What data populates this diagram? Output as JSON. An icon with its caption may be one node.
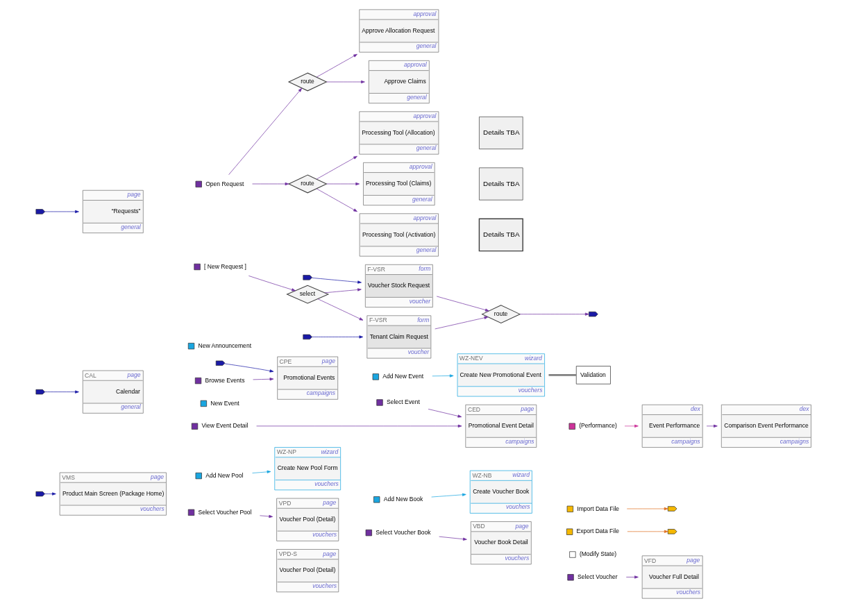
{
  "diagram": {
    "nodes": [
      {
        "text": [],
        "shape": "flag"
      },
      {
        "text": [
          "VMS",
          "page",
          "Product Main Screen (Package Home)",
          "vouchers"
        ]
      },
      {
        "text": [
          "WZ-NP",
          "wizard",
          "Create New Pool Form",
          "vouchers"
        ]
      },
      {
        "text": [
          "Add New Pool"
        ]
      },
      {
        "text": [
          "Select Voucher Pool"
        ]
      },
      {
        "text": [
          "VPD",
          "page",
          "Voucher Pool (Detail)",
          "vouchers"
        ]
      },
      {
        "text": [
          "VPD-S",
          "page",
          "Voucher Pool (Detail)",
          "vouchers"
        ]
      },
      {
        "text": [
          "WZ-NB",
          "wizard",
          "Create Voucher Book",
          "vouchers"
        ]
      },
      {
        "text": [
          "Add New Book"
        ]
      },
      {
        "text": [
          "Select Voucher Book"
        ]
      },
      {
        "text": [
          "VBD",
          "page",
          "Voucher Book Detail",
          "vouchers"
        ]
      },
      {
        "text": [
          "Import Data File"
        ]
      },
      {
        "text": [
          "Export Data File"
        ]
      },
      {
        "text": [
          "(Modify State)"
        ]
      },
      {
        "text": [
          "Select Voucher"
        ]
      },
      {
        "text": [],
        "shape": "flag"
      },
      {
        "text": [],
        "shape": "flag"
      },
      {
        "text": [
          "VFD",
          "page",
          "Voucher Full Detail",
          "vouchers"
        ]
      },
      {
        "text": [
          "WZ-NEV",
          "wizard",
          "Create New Promotional Event",
          "vouchers"
        ]
      },
      {
        "text": [
          "Validation"
        ]
      },
      {
        "text": [],
        "shape": "flag"
      },
      {
        "text": [
          "CPE",
          "page",
          "Promotional Events",
          "campaigns"
        ]
      },
      {
        "text": [
          "Add New Event"
        ]
      },
      {
        "text": [
          "Select Event"
        ]
      },
      {
        "text": [
          "CED",
          "page",
          "Promotional Event Detail",
          "campaigns"
        ]
      },
      {
        "text": [
          "(Performance)"
        ]
      },
      {
        "text": [
          "dex",
          "Event Performance",
          "campaigns"
        ]
      },
      {
        "text": [
          "dex",
          "Comparison Event Performance",
          "campaigns"
        ]
      },
      {
        "text": [],
        "shape": "flag"
      },
      {
        "text": [
          "CAL",
          "page",
          "Calendar",
          "general"
        ]
      },
      {
        "text": [
          "Browse Events"
        ]
      },
      {
        "text": [
          "View Event Detail"
        ]
      },
      {
        "text": [
          "New Event"
        ]
      },
      {
        "text": [
          "New Announcement"
        ]
      },
      {
        "text": [],
        "shape": "flag"
      },
      {
        "text": [
          "page",
          "“Requests”",
          "general"
        ]
      },
      {
        "text": [
          "Open Request"
        ]
      },
      {
        "text": [
          "[ New Request ]"
        ]
      },
      {
        "text": [
          "select"
        ]
      },
      {
        "text": [
          "F-VSR",
          "form",
          "Voucher Stock Request",
          "voucher"
        ]
      },
      {
        "text": [],
        "shape": "flag"
      },
      {
        "text": [
          "F-VSR",
          "form",
          "Tenant Claim Request",
          "voucher"
        ]
      },
      {
        "text": [],
        "shape": "flag"
      },
      {
        "text": [
          "route"
        ]
      },
      {
        "text": [],
        "shape": "flag"
      },
      {
        "text": [
          "route"
        ]
      },
      {
        "text": [
          "approval",
          "Approve Allocation Request",
          "general"
        ]
      },
      {
        "text": [
          "approval",
          "Approve Claims",
          "general"
        ]
      },
      {
        "text": [
          "route"
        ]
      },
      {
        "text": [
          "approval",
          "Processing Tool (Allocation)",
          "general"
        ]
      },
      {
        "text": [
          "approval",
          "Processing Tool (Claims)",
          "general"
        ]
      },
      {
        "text": [
          "approval",
          "Processing Tool (Activation)",
          "general"
        ]
      },
      {
        "text": [
          "Details TBA"
        ]
      },
      {
        "text": [
          "Details TBA"
        ]
      },
      {
        "text": [
          "Details TBA"
        ]
      }
    ],
    "edges": [
      {
        "from": 0,
        "to": 1,
        "arrow": "to",
        "color": "#1a1aa6"
      },
      {
        "from": 3,
        "to": 2,
        "arrow": "to",
        "color": "#1aa6e0"
      },
      {
        "from": 4,
        "to": 5,
        "arrow": "to"
      },
      {
        "from": 8,
        "to": 7,
        "arrow": "to",
        "color": "#1aa6e0"
      },
      {
        "from": 9,
        "to": 10,
        "arrow": "to"
      },
      {
        "from": 11,
        "to": 15,
        "arrow": "to",
        "color": "#e07020"
      },
      {
        "from": 12,
        "to": 16,
        "arrow": "to",
        "color": "#e07020"
      },
      {
        "from": 14,
        "to": 17,
        "arrow": "to"
      },
      {
        "from": 22,
        "to": 18,
        "arrow": "to",
        "color": "#1aa6e0"
      },
      {
        "from": 18,
        "to": 19,
        "arrow": "none",
        "color": "#808080",
        "style": "thick"
      },
      {
        "from": 20,
        "to": 21,
        "arrow": "to",
        "color": "#1a1aa6"
      },
      {
        "from": 23,
        "to": 24,
        "arrow": "to"
      },
      {
        "from": 25,
        "to": 26,
        "arrow": "to",
        "color": "#cc3399"
      },
      {
        "from": 26,
        "to": 27,
        "arrow": "to"
      },
      {
        "from": 28,
        "to": 29,
        "arrow": "to",
        "color": "#1a1aa6"
      },
      {
        "from": 30,
        "to": 21,
        "arrow": "to"
      },
      {
        "from": 31,
        "to": 24,
        "arrow": "to"
      },
      {
        "from": 34,
        "to": 35,
        "arrow": "to",
        "color": "#1a1aa6"
      },
      {
        "from": 36,
        "to": 45,
        "arrow": "to"
      },
      {
        "from": 36,
        "to": 48,
        "arrow": "to"
      },
      {
        "from": 37,
        "to": 38,
        "arrow": "to"
      },
      {
        "from": 38,
        "to": 39,
        "arrow": "to"
      },
      {
        "from": 38,
        "to": 41,
        "arrow": "to"
      },
      {
        "from": 40,
        "to": 39,
        "arrow": "to",
        "color": "#1a1aa6"
      },
      {
        "from": 42,
        "to": 41,
        "arrow": "to",
        "color": "#1a1aa6"
      },
      {
        "from": 39,
        "to": 43,
        "arrow": "to"
      },
      {
        "from": 41,
        "to": 43,
        "arrow": "to"
      },
      {
        "from": 43,
        "to": 44,
        "arrow": "to"
      },
      {
        "from": 45,
        "to": 46,
        "arrow": "to"
      },
      {
        "from": 45,
        "to": 47,
        "arrow": "to"
      },
      {
        "from": 48,
        "to": 49,
        "arrow": "to"
      },
      {
        "from": 48,
        "to": 50,
        "arrow": "to"
      },
      {
        "from": 48,
        "to": 51,
        "arrow": "to"
      }
    ]
  }
}
